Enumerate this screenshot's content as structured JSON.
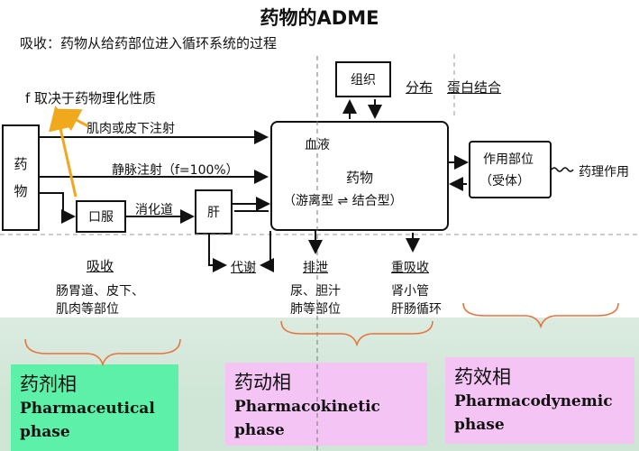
{
  "title": "药物的ADME",
  "intro": "吸收：药物从给药部位进入循环系统的过程",
  "factor_note": "f 取决于药物理化性质",
  "nodes": {
    "drug": "药\n物",
    "oral": "口服",
    "liver": "肝",
    "tissue": "组织",
    "target_line1": "作用部位",
    "target_line2": "（受体）",
    "blood_title": "血液",
    "blood_drug": "药物",
    "blood_forms": "（游离型 ⇌ 结合型）"
  },
  "routes": {
    "im_sc": "肌肉或皮下注射",
    "iv": "静脉注射（f=100%）",
    "gi": "消化道"
  },
  "labels": {
    "distribution": "分布",
    "protein_binding": "蛋白结合",
    "effect": "药理作用",
    "metabolism": "代谢",
    "excretion": "排泄",
    "reabsorption": "重吸收",
    "absorption": "吸收"
  },
  "sites": {
    "absorption_line1": "肠胃道、皮下、",
    "absorption_line2": "肌肉等部位",
    "excretion_line1": "尿、胆汁",
    "excretion_line2": "肺等部位",
    "reabsorption_line1": "肾小管",
    "reabsorption_line2": "肝肠循环"
  },
  "phases": [
    {
      "zh": "药剂相",
      "en_line1": "Pharmaceutical",
      "en_line2": "phase",
      "color": "#5cf0a8"
    },
    {
      "zh": "药动相",
      "en_line1": "Pharmacokinetic",
      "en_line2": "phase",
      "color": "#f4c4f4"
    },
    {
      "zh": "药效相",
      "en_line1": "Pharmacodynemic",
      "en_line2": "phase",
      "color": "#f4c4f4"
    }
  ],
  "colors": {
    "highlight_arrow": "#f0a81c",
    "brace": "#e8723a",
    "band": "#d4e8d9"
  }
}
